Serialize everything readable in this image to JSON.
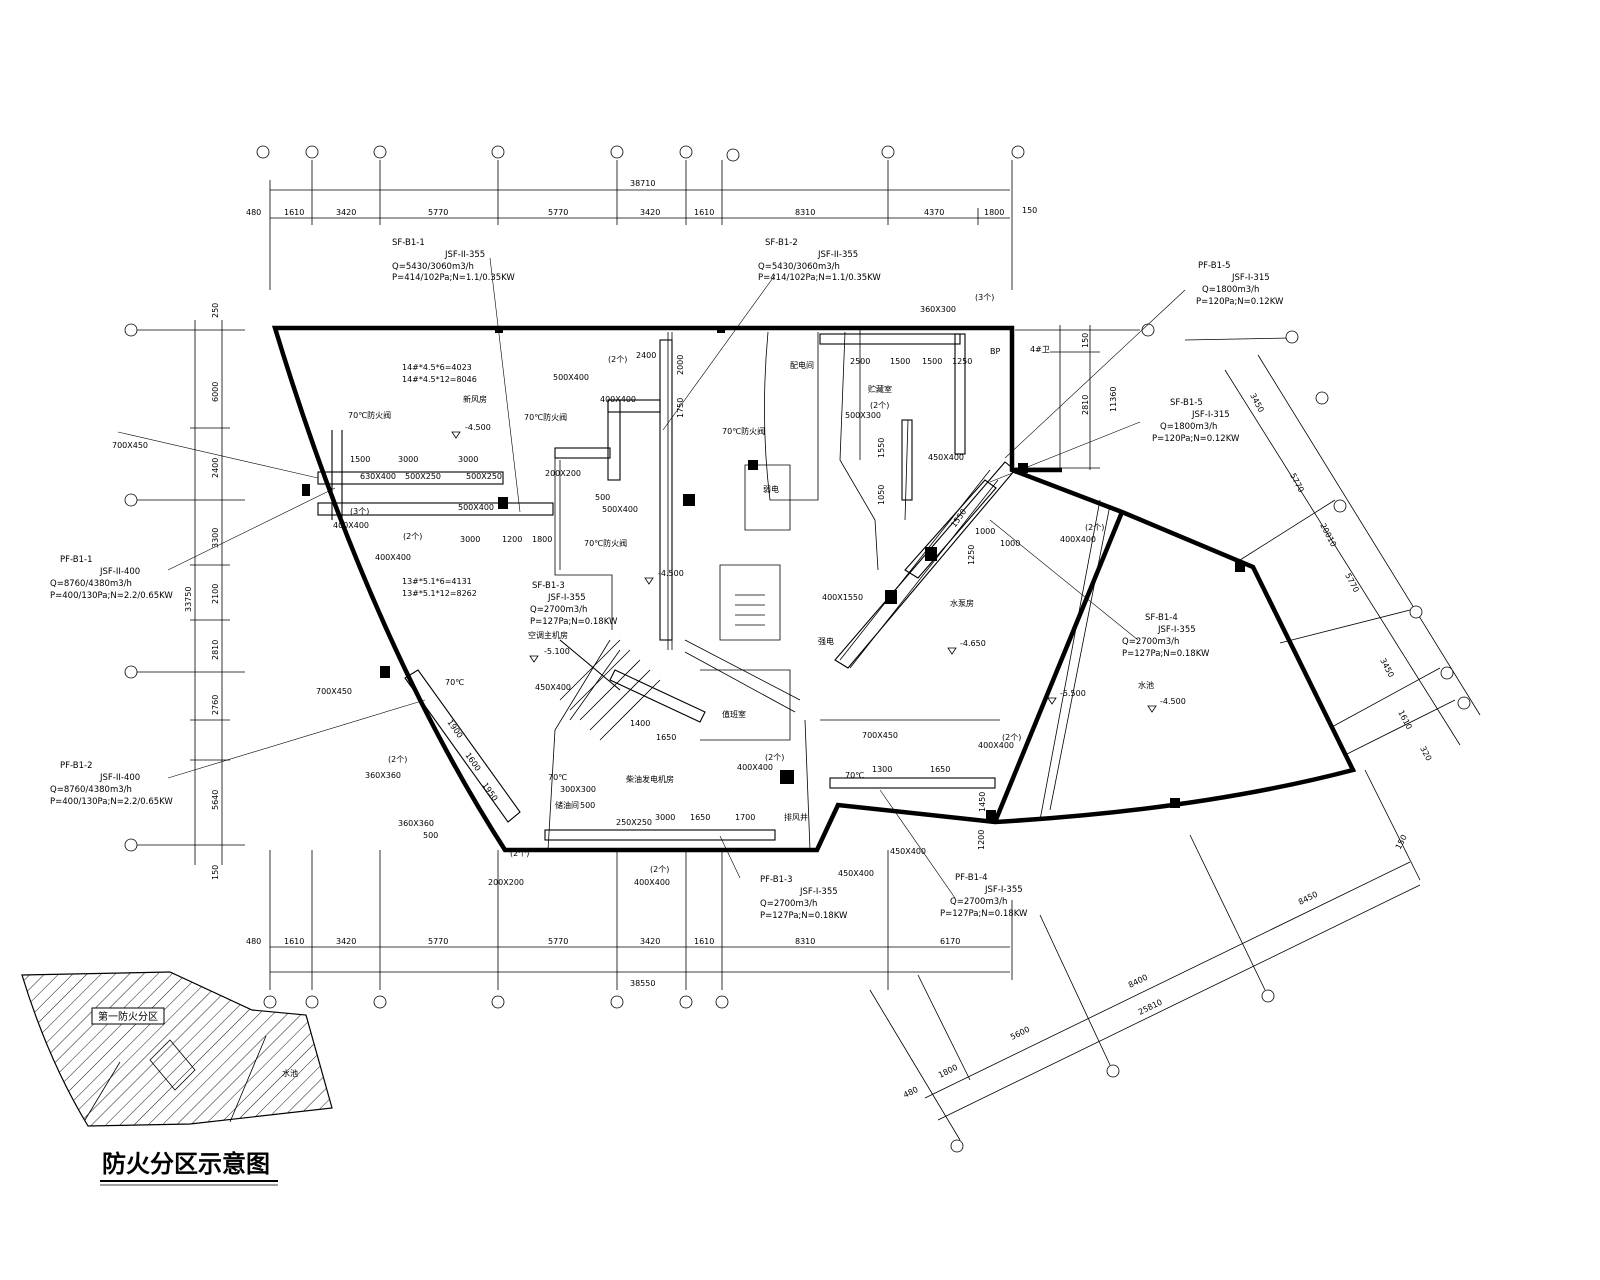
{
  "plan": {
    "inset_title": "防火分区示意图",
    "inset_zone_label": "第一防火分区",
    "inset_water_label": "水池"
  },
  "dimensions": {
    "top_total": "38710",
    "top_segments": [
      "1610",
      "3420",
      "5770",
      "5770",
      "3420",
      "1610",
      "8310",
      "4370",
      "1800"
    ],
    "top_left_offset": "480",
    "top_right_offset": "150",
    "bottom_total": "38550",
    "bottom_segments": [
      "1610",
      "3420",
      "5770",
      "5770",
      "3420",
      "1610",
      "8310",
      "6170"
    ],
    "bottom_left_offset": "480",
    "left_total": "33750",
    "left_segments": [
      "250",
      "6000",
      "2400",
      "3300",
      "2100",
      "2810",
      "2760",
      "5640",
      "150"
    ],
    "right_upper": [
      "150",
      "2810",
      "11360"
    ],
    "right_diag": [
      "3450",
      "5770",
      "20010",
      "5770",
      "3450",
      "1610",
      "320"
    ],
    "bottom_diag": [
      "480",
      "1800",
      "5600",
      "8400",
      "25810",
      "8450",
      "150"
    ]
  },
  "rooms": [
    {
      "name": "新风房"
    },
    {
      "name": "配电间"
    },
    {
      "name": "贮藏室"
    },
    {
      "name": "弱电"
    },
    {
      "name": "空调主机房"
    },
    {
      "name": "值班室"
    },
    {
      "name": "柴油发电机房"
    },
    {
      "name": "排风井"
    },
    {
      "name": "水泵房"
    },
    {
      "name": "强电"
    },
    {
      "name": "水池"
    },
    {
      "name": "4#卫"
    },
    {
      "name": "储油间"
    }
  ],
  "levels": [
    "-4.500",
    "-5.100",
    "-4.500",
    "-4.650",
    "-5.500",
    "-4.500"
  ],
  "calcs": [
    "14#*4.5*6=4023",
    "14#*4.5*12=8046",
    "13#*5.1*6=4131",
    "13#*5.1*12=8262"
  ],
  "equipment": [
    {
      "id": "SF-B1-1",
      "model": "JSF-II-355",
      "flow": "Q=5430/3060m3/h",
      "power": "P=414/102Pa;N=1.1/0.35KW"
    },
    {
      "id": "SF-B1-2",
      "model": "JSF-II-355",
      "flow": "Q=5430/3060m3/h",
      "power": "P=414/102Pa;N=1.1/0.35KW"
    },
    {
      "id": "PF-B1-5",
      "model": "JSF-I-315",
      "flow": "Q=1800m3/h",
      "power": "P=120Pa;N=0.12KW"
    },
    {
      "id": "SF-B1-5",
      "model": "JSF-I-315",
      "flow": "Q=1800m3/h",
      "power": "P=120Pa;N=0.12KW"
    },
    {
      "id": "PF-B1-1",
      "model": "JSF-II-400",
      "flow": "Q=8760/4380m3/h",
      "power": "P=400/130Pa;N=2.2/0.65KW"
    },
    {
      "id": "SF-B1-3",
      "model": "JSF-I-355",
      "flow": "Q=2700m3/h",
      "power": "P=127Pa;N=0.18KW"
    },
    {
      "id": "SF-B1-4",
      "model": "JSF-I-355",
      "flow": "Q=2700m3/h",
      "power": "P=127Pa;N=0.18KW"
    },
    {
      "id": "PF-B1-2",
      "model": "JSF-II-400",
      "flow": "Q=8760/4380m3/h",
      "power": "P=400/130Pa;N=2.2/0.65KW"
    },
    {
      "id": "PF-B1-3",
      "model": "JSF-I-355",
      "flow": "Q=2700m3/h",
      "power": "P=127Pa;N=0.18KW"
    },
    {
      "id": "PF-B1-4",
      "model": "JSF-I-355",
      "flow": "Q=2700m3/h",
      "power": "P=127Pa;N=0.18KW"
    }
  ],
  "duct_sizes": [
    "700X450",
    "400X400",
    "400X400",
    "700X450",
    "360X360",
    "360X360",
    "200X200",
    "400X400",
    "450X400",
    "300X300",
    "400X400",
    "450X400",
    "700X450",
    "400X400",
    "450X400",
    "360X300",
    "500X300",
    "450X400",
    "400X1550",
    "400X400",
    "500X400",
    "200X200",
    "500X400",
    "400X400",
    "630X400",
    "500X250",
    "500X250",
    "500X400",
    "250X250"
  ],
  "duct_lengths": [
    "1500",
    "3000",
    "3000",
    "3000",
    "1200",
    "1800",
    "2400",
    "2000",
    "1750",
    "1500",
    "1500",
    "1250",
    "1050",
    "1550",
    "1250",
    "2500",
    "1000",
    "1000",
    "1550",
    "1900",
    "1600",
    "1950",
    "1400",
    "1650",
    "3000",
    "1650",
    "1700",
    "1450",
    "1650",
    "1300",
    "1200"
  ],
  "misc_labels": [
    "500",
    "500",
    "500",
    "BP",
    "70℃防火阀",
    "70℃防火阀",
    "70℃防火阀",
    "70℃防火阀",
    "70℃",
    "70℃",
    "70℃",
    "(2个)",
    "(2个)",
    "(2个)",
    "(2个)",
    "(3个)",
    "(3个)",
    "(2个)",
    "(2个)",
    "(2个)",
    "(2个)",
    "(2个)"
  ]
}
